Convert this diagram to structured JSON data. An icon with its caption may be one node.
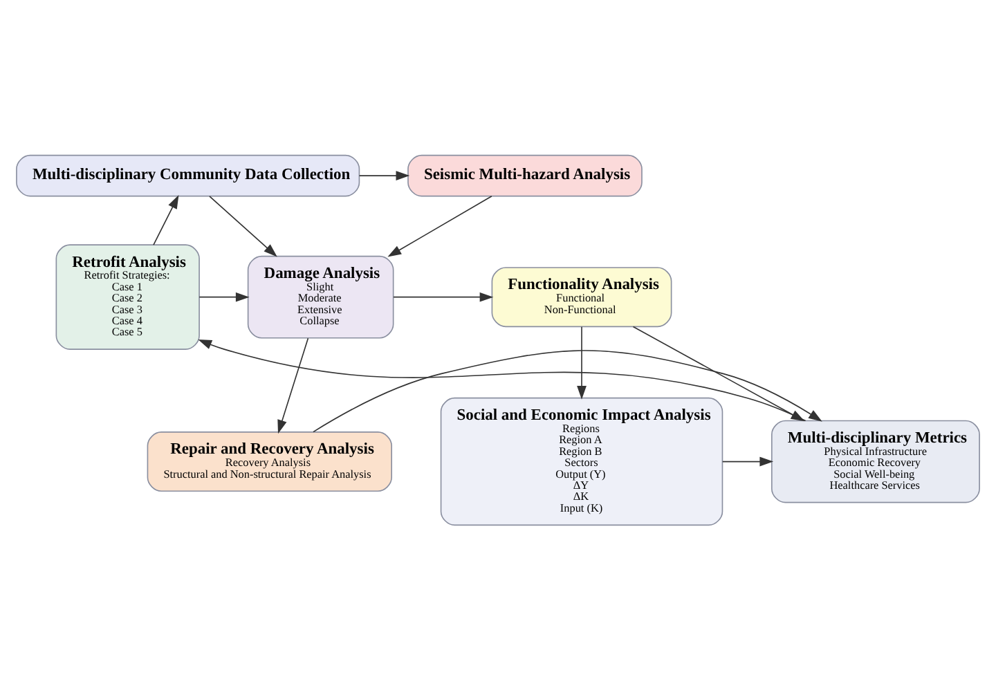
{
  "diagram": {
    "nodes": [
      {
        "text": [
          "Multi-disciplinary Community Data Collection"
        ]
      },
      {
        "text": [
          "Seismic Multi-hazard Analysis"
        ]
      },
      {
        "text": [
          "Retrofit Analysis",
          "Retrofit Strategies:",
          "Case 1",
          "Case 2",
          "Case 3",
          "Case 4",
          "Case 5"
        ]
      },
      {
        "text": [
          "Damage Analysis",
          "Slight",
          "Moderate",
          "Extensive",
          "Collapse"
        ]
      },
      {
        "text": [
          "Functionality Analysis",
          "Functional",
          "Non-Functional"
        ]
      },
      {
        "text": [
          "Multi-disciplinary Metrics",
          "Physical Infrastructure",
          "Economic Recovery",
          "Social Well-being",
          "Healthcare Services"
        ]
      },
      {
        "text": [
          "Repair and Recovery Analysis",
          "Recovery Analysis",
          "Structural and Non-structural Repair Analysis"
        ]
      },
      {
        "text": [
          "Social and Economic Impact Analysis",
          "Regions",
          "Region A",
          "Region B",
          "Sectors",
          "Output (Y)",
          "ΔY",
          "ΔK",
          "Input (K)"
        ]
      }
    ],
    "edges": [
      {
        "from": 0,
        "to": 1,
        "arrow": "to"
      },
      {
        "from": 0,
        "to": 3,
        "arrow": "to"
      },
      {
        "from": 1,
        "to": 3,
        "arrow": "to"
      },
      {
        "from": 2,
        "to": 0,
        "arrow": "to"
      },
      {
        "from": 2,
        "to": 3,
        "arrow": "to"
      },
      {
        "from": 3,
        "to": 4,
        "arrow": "to"
      },
      {
        "from": 3,
        "to": 6,
        "arrow": "to"
      },
      {
        "from": 4,
        "to": 7,
        "arrow": "to"
      },
      {
        "from": 5,
        "to": 2,
        "arrow": "to"
      },
      {
        "from": 6,
        "to": 5,
        "arrow": "to"
      },
      {
        "from": 7,
        "to": 5,
        "arrow": "to"
      },
      {
        "from": 4,
        "to": 5,
        "arrow": "to"
      }
    ]
  }
}
